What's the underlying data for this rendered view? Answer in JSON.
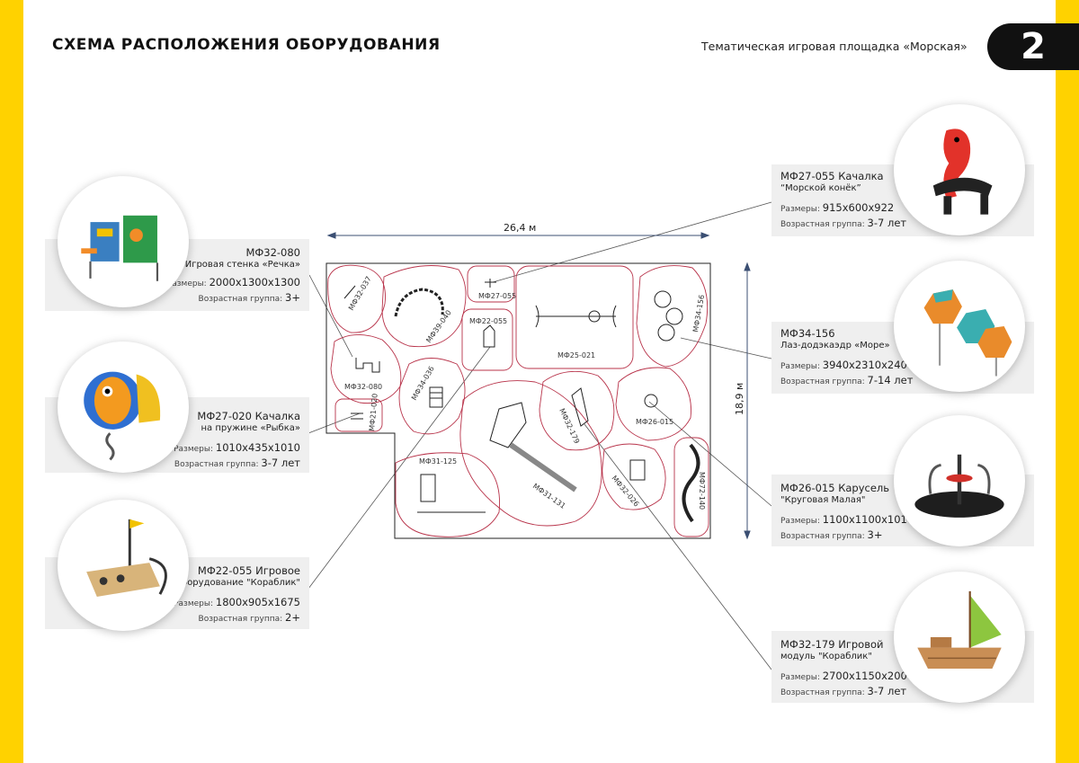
{
  "header": {
    "title": "СХЕМА РАСПОЛОЖЕНИЯ ОБОРУДОВАНИЯ",
    "subtitle": "Тематическая игровая площадка «Морская»",
    "page_number": "2"
  },
  "plan": {
    "width_label": "26,4 м",
    "height_label": "18,9 м",
    "zones": [
      "МФ32-037",
      "МФ39-040",
      "МФ27-055",
      "МФ25-021",
      "МФ34-156",
      "МФ32-080",
      "МФ34-036",
      "МФ22-055",
      "МФ21-020",
      "МФ32-179",
      "МФ26-015",
      "МФ31-125",
      "МФ31-131",
      "МФ32-026",
      "МФ72-140"
    ]
  },
  "labels": {
    "size": "Размеры:",
    "age": "Возрастная группа:"
  },
  "items": {
    "i1": {
      "code": "МФ32-080",
      "name": "Игровая стенка «Речка»",
      "size": "2000х1300х1300",
      "age": "3+"
    },
    "i2": {
      "code": "МФ27-020 Качалка",
      "name": "на пружине «Рыбка»",
      "size": "1010х435х1010",
      "age": "3-7 лет"
    },
    "i3": {
      "code": "МФ22-055 Игровое",
      "name": "оборудование \"Кораблик\"",
      "size": "1800х905х1675",
      "age": "2+"
    },
    "i4": {
      "code": "МФ27-055 Качалка",
      "name": "“Морской конёк”",
      "size": "915х600х922",
      "age": "3-7 лет"
    },
    "i5": {
      "code": "МФ34-156",
      "name": "Лаз-додэкаэдр «Море»",
      "size": "3940х2310х2400",
      "age": "7-14 лет"
    },
    "i6": {
      "code": "МФ26-015 Карусель",
      "name": "\"Круговая Малая\"",
      "size": "1100х1100х1010",
      "age": "3+"
    },
    "i7": {
      "code": "МФ32-179 Игровой",
      "name": "модуль \"Кораблик\"",
      "size": "2700х1150х2000",
      "age": "3-7 лет"
    }
  },
  "icons": [
    "rechka-wall-photo-icon",
    "fish-spring-rocker-photo-icon",
    "ship-equipment-photo-icon",
    "seahorse-rocker-photo-icon",
    "dodecahedron-climber-photo-icon",
    "carousel-photo-icon",
    "ship-module-photo-icon"
  ],
  "colors": {
    "accent": "#FFD200",
    "zone_outline": "#b8334a",
    "card_bg": "#efefef"
  }
}
